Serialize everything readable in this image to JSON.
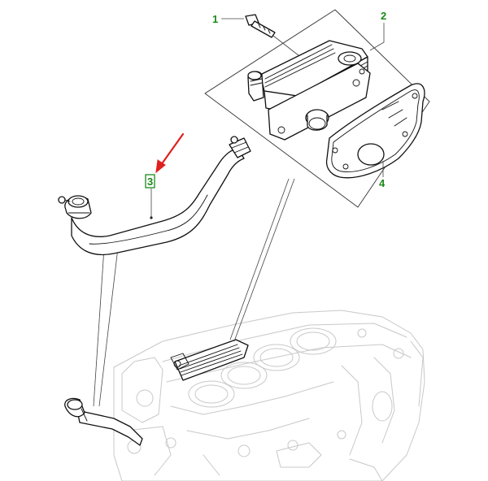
{
  "diagram": {
    "callouts": [
      {
        "id": "1",
        "label": "1"
      },
      {
        "id": "2",
        "label": "2"
      },
      {
        "id": "3",
        "label": "3"
      },
      {
        "id": "4",
        "label": "4"
      }
    ],
    "highlight_color": "#1a8a1a",
    "arrow_color": "#e0201e"
  }
}
